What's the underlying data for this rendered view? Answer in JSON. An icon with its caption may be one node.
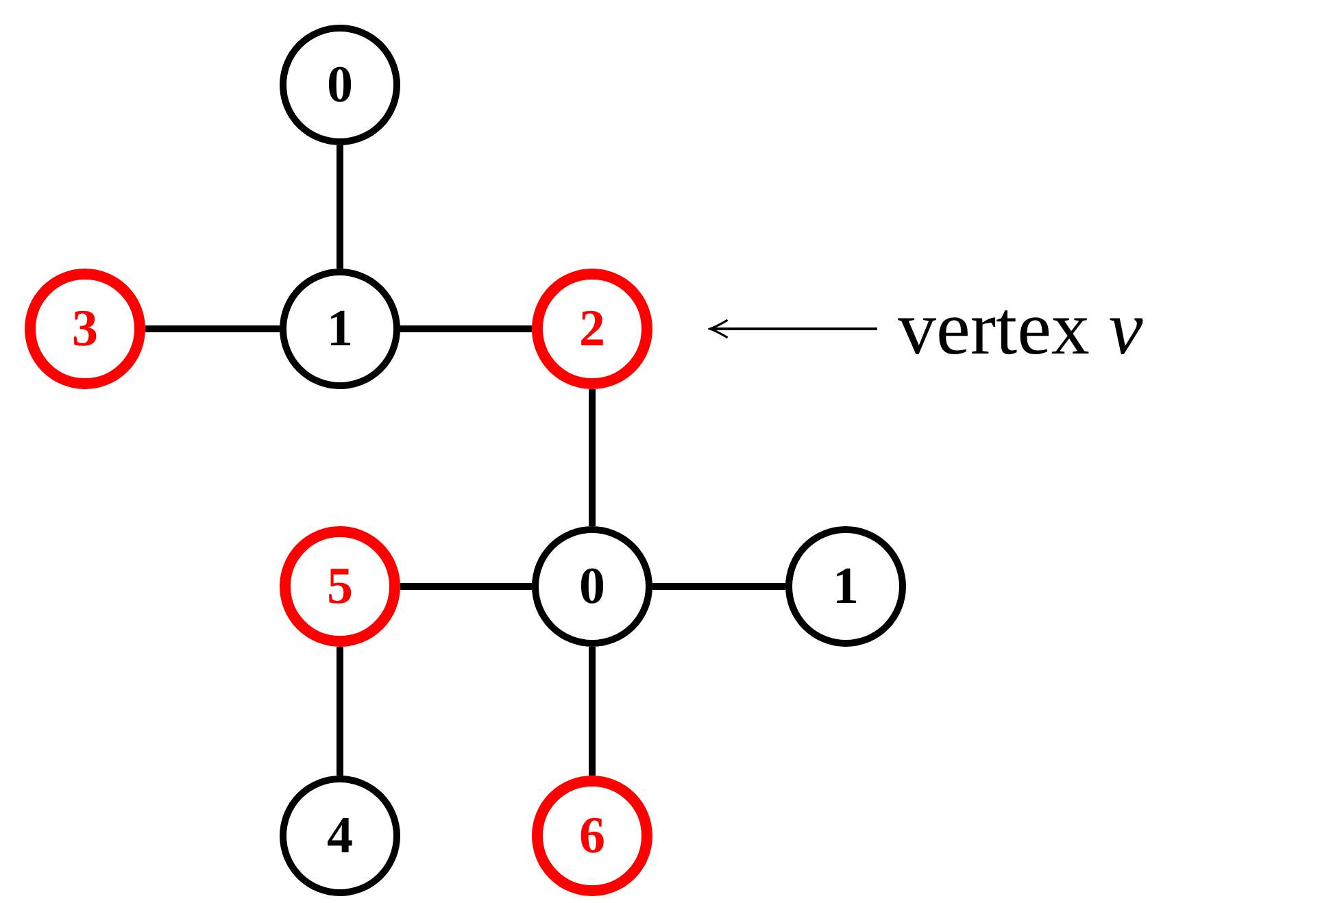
{
  "diagram": {
    "nodes": [
      {
        "text": [
          "0"
        ]
      },
      {
        "text": [
          "1"
        ]
      },
      {
        "text": [
          "3"
        ]
      },
      {
        "text": [
          "2"
        ]
      },
      {
        "text": [
          "5"
        ]
      },
      {
        "text": [
          "0"
        ]
      },
      {
        "text": [
          "1"
        ]
      },
      {
        "text": [
          "4"
        ]
      },
      {
        "text": [
          "6"
        ]
      },
      {
        "text": [
          "vertex *v*"
        ]
      }
    ],
    "edges": [
      {
        "from": 0,
        "to": 1,
        "arrow": "none"
      },
      {
        "from": 2,
        "to": 1,
        "arrow": "none"
      },
      {
        "from": 1,
        "to": 3,
        "arrow": "none"
      },
      {
        "from": 3,
        "to": 5,
        "arrow": "none"
      },
      {
        "from": 4,
        "to": 5,
        "arrow": "none"
      },
      {
        "from": 5,
        "to": 6,
        "arrow": "none"
      },
      {
        "from": 4,
        "to": 7,
        "arrow": "none"
      },
      {
        "from": 5,
        "to": 8,
        "arrow": "none"
      },
      {
        "from": 9,
        "to": 3,
        "arrow": "to"
      }
    ]
  }
}
